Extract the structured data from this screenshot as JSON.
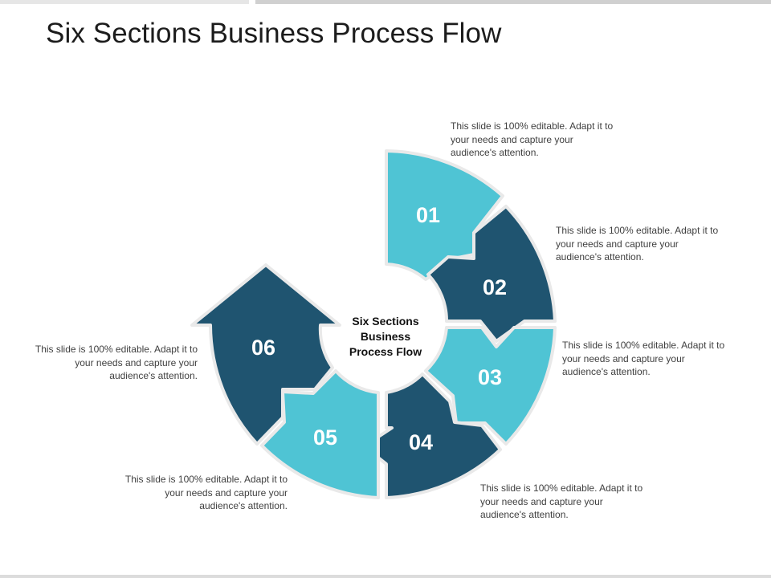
{
  "title": "Six Sections Business Process Flow",
  "center_label": [
    "Six Sections",
    "Business",
    "Process Flow"
  ],
  "colors": {
    "light": "#4fc4d4",
    "dark": "#1f5470",
    "border": "#e9e9e9"
  },
  "sections": [
    {
      "number": "01",
      "color": "light",
      "description": "This slide is 100% editable. Adapt it to your needs and capture your audience's attention."
    },
    {
      "number": "02",
      "color": "dark",
      "description": "This slide is 100% editable. Adapt it to your needs and capture your audience's attention."
    },
    {
      "number": "03",
      "color": "light",
      "description": "This slide is 100% editable. Adapt it to your needs and capture your audience's attention."
    },
    {
      "number": "04",
      "color": "dark",
      "description": "This slide is 100% editable. Adapt it to your needs and capture your audience's attention."
    },
    {
      "number": "05",
      "color": "light",
      "description": "This slide is 100% editable. Adapt it to your needs and capture your audience's attention."
    },
    {
      "number": "06",
      "color": "dark",
      "description": "This slide is 100% editable. Adapt it to your needs and capture your audience's attention."
    }
  ]
}
